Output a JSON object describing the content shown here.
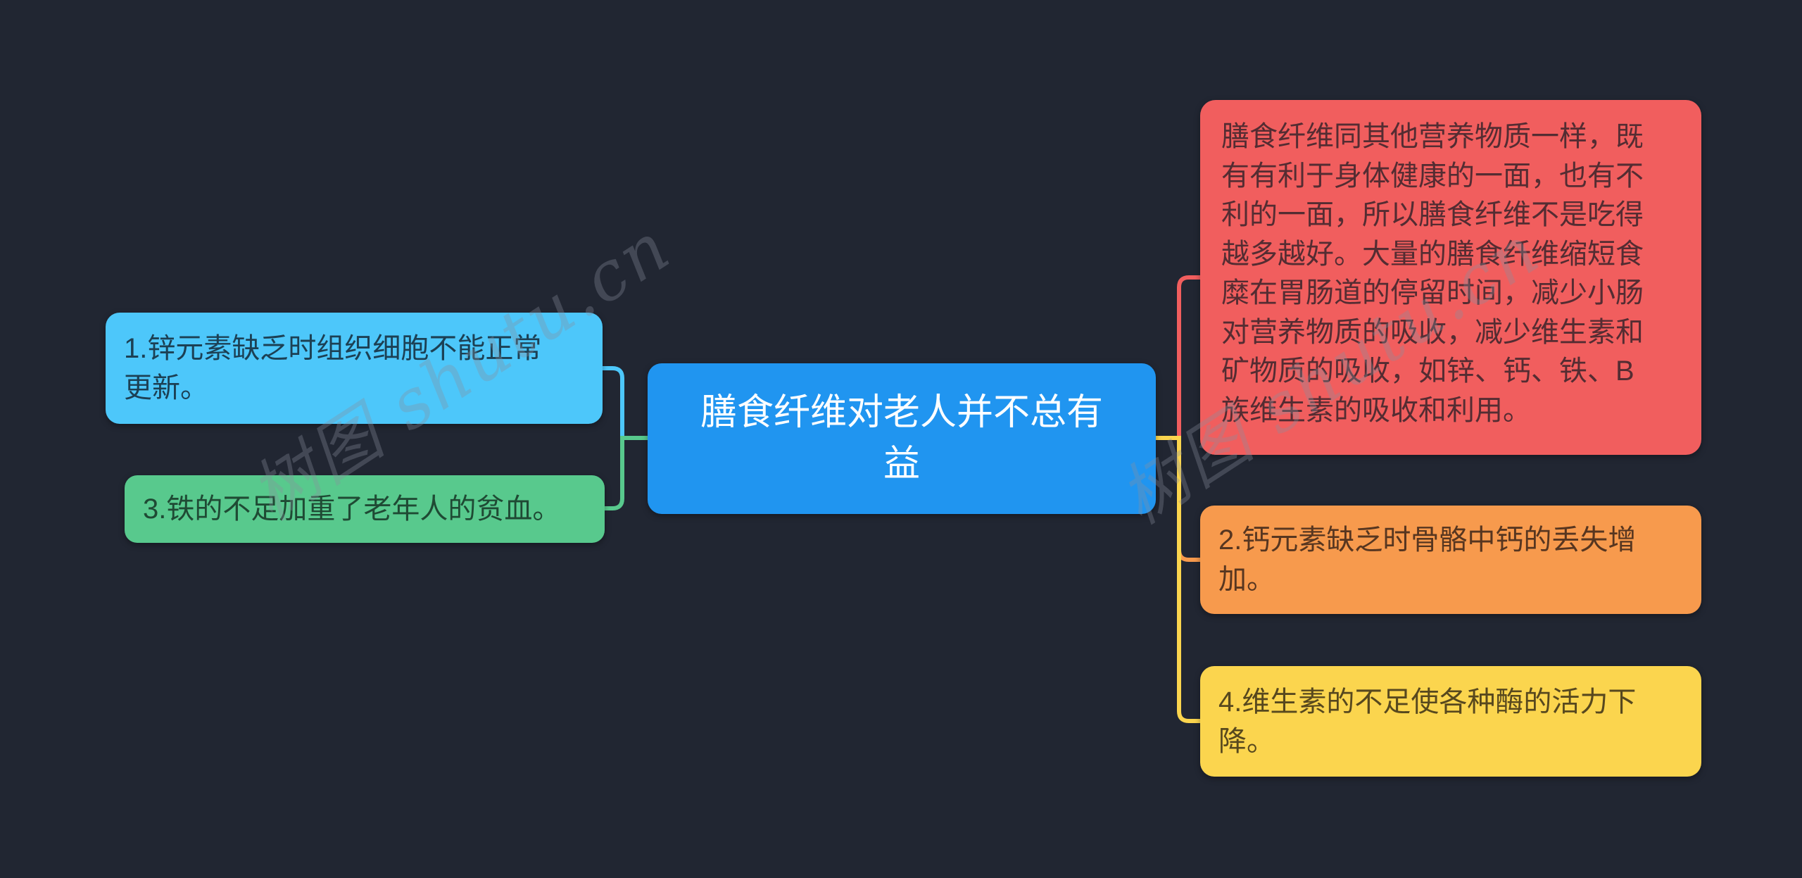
{
  "page": {
    "background_color": "#212632",
    "watermark": {
      "text": "树图 shutu.cn"
    }
  },
  "mindmap": {
    "root": {
      "label": "膳食纤维对老人并不总有\n益",
      "color": "#2095F0",
      "text_color": "#FFFFFF"
    },
    "left_branches": [
      {
        "label": "1.锌元素缺乏时组织细胞不能正常\n更新。",
        "color": "#4DC7FA",
        "text_color": "#1C4054"
      },
      {
        "label": "3.铁的不足加重了老年人的贫血。",
        "color": "#58C98D",
        "text_color": "#1F4A34"
      }
    ],
    "right_branches": [
      {
        "label": "膳食纤维同其他营养物质一样，既\n有有利于身体健康的一面，也有不\n利的一面，所以膳食纤维不是吃得\n越多越好。大量的膳食纤维缩短食\n糜在胃肠道的停留时间，减少小肠\n对营养物质的吸收，减少维生素和\n矿物质的吸收，如锌、钙、铁、B\n族维生素的吸收和利用。",
        "color": "#F15E5E",
        "text_color": "#542C32"
      },
      {
        "label": "2.钙元素缺乏时骨骼中钙的丢失增\n加。",
        "color": "#F79A4D",
        "text_color": "#573620"
      },
      {
        "label": "4.维生素的不足使各种酶的活力下\n降。",
        "color": "#FBD54E",
        "text_color": "#57481E"
      }
    ]
  }
}
